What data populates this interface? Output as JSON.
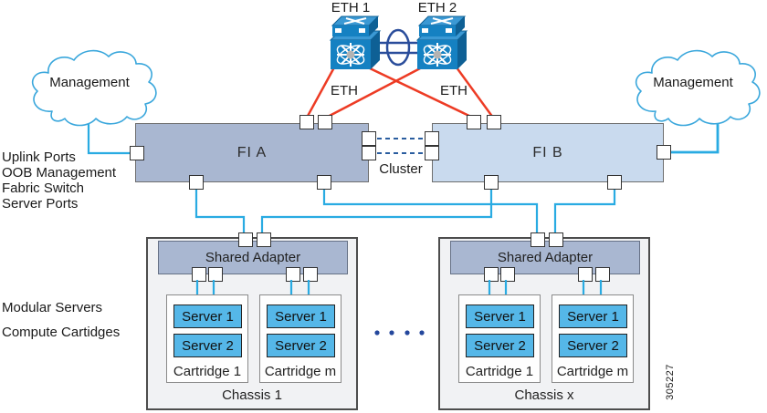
{
  "figure_number": "305227",
  "eth_layer": {
    "switches": [
      {
        "label": "ETH 1",
        "icon": "cisco-ethernet-switch-icon"
      },
      {
        "label": "ETH 2",
        "icon": "cisco-ethernet-switch-icon"
      }
    ],
    "link_labels": [
      "ETH",
      "ETH"
    ]
  },
  "clouds": [
    {
      "label": "Management"
    },
    {
      "label": "Management"
    }
  ],
  "fabric_interconnects": [
    {
      "label": "FI A"
    },
    {
      "label": "FI B"
    }
  ],
  "cluster_label": "Cluster",
  "annotations": {
    "fi_left": [
      "Uplink Ports",
      "OOB Management",
      "Fabric Switch",
      "Server Ports"
    ],
    "chassis_left": [
      "Modular Servers",
      "Compute Cartidges"
    ]
  },
  "chassis": [
    {
      "label": "Chassis 1",
      "adapter_label": "Shared Adapter",
      "cartridges": [
        {
          "label": "Cartridge 1",
          "servers": [
            "Server 1",
            "Server 2"
          ]
        },
        {
          "label": "Cartridge m",
          "servers": [
            "Server 1",
            "Server 2"
          ]
        }
      ]
    },
    {
      "label": "Chassis x",
      "adapter_label": "Shared Adapter",
      "cartridges": [
        {
          "label": "Cartridge 1",
          "servers": [
            "Server 1",
            "Server 2"
          ]
        },
        {
          "label": "Cartridge m",
          "servers": [
            "Server 1",
            "Server 2"
          ]
        }
      ]
    }
  ],
  "colors": {
    "cyan_link": "#29abe2",
    "red_link": "#ed3b24",
    "navy_link": "#2a4d9b",
    "fi_a_fill": "#a9b7d1",
    "fi_b_fill": "#c9daee",
    "adapter_fill": "#a9b7d1",
    "server_fill": "#55b7e8",
    "chassis_fill": "#f1f2f4",
    "switch_blue": "#1581c2",
    "cloud_stroke": "#3aa7dc"
  }
}
